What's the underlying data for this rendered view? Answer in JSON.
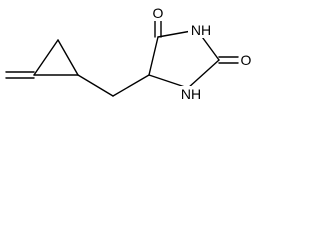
{
  "molecule": {
    "atom_labels": {
      "carbonyl_oxygen_top": "O",
      "carbonyl_oxygen_right": "O",
      "nitrogen_top": "NH",
      "nitrogen_bottom": "NH"
    }
  }
}
